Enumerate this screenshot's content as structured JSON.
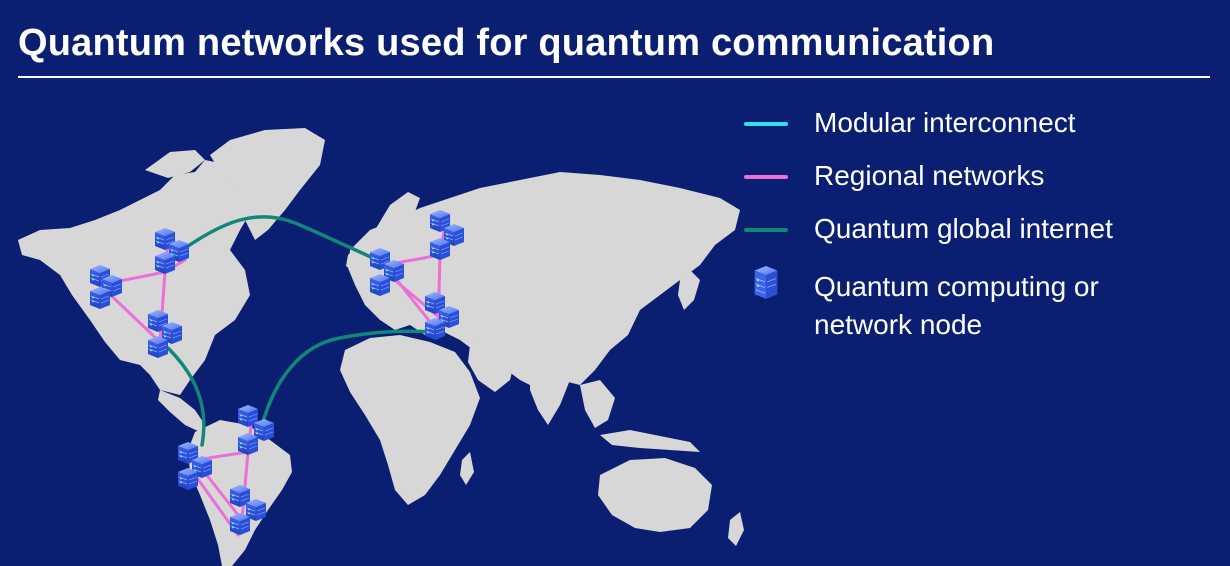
{
  "title": "Quantum networks used for quantum communication",
  "colors": {
    "background": "#0b1f72",
    "land": "#d7d7d7",
    "modular_interconnect": "#36e0e8",
    "regional_networks": "#ec6fd8",
    "quantum_global_internet": "#11877a",
    "node": "#3b6cf0"
  },
  "legend": {
    "modular_interconnect": "Modular interconnect",
    "regional_networks": "Regional networks",
    "quantum_global_internet": "Quantum global internet",
    "node_line1": "Quantum computing or",
    "node_line2": "network node",
    "node_icon": "server-stack-icon"
  }
}
